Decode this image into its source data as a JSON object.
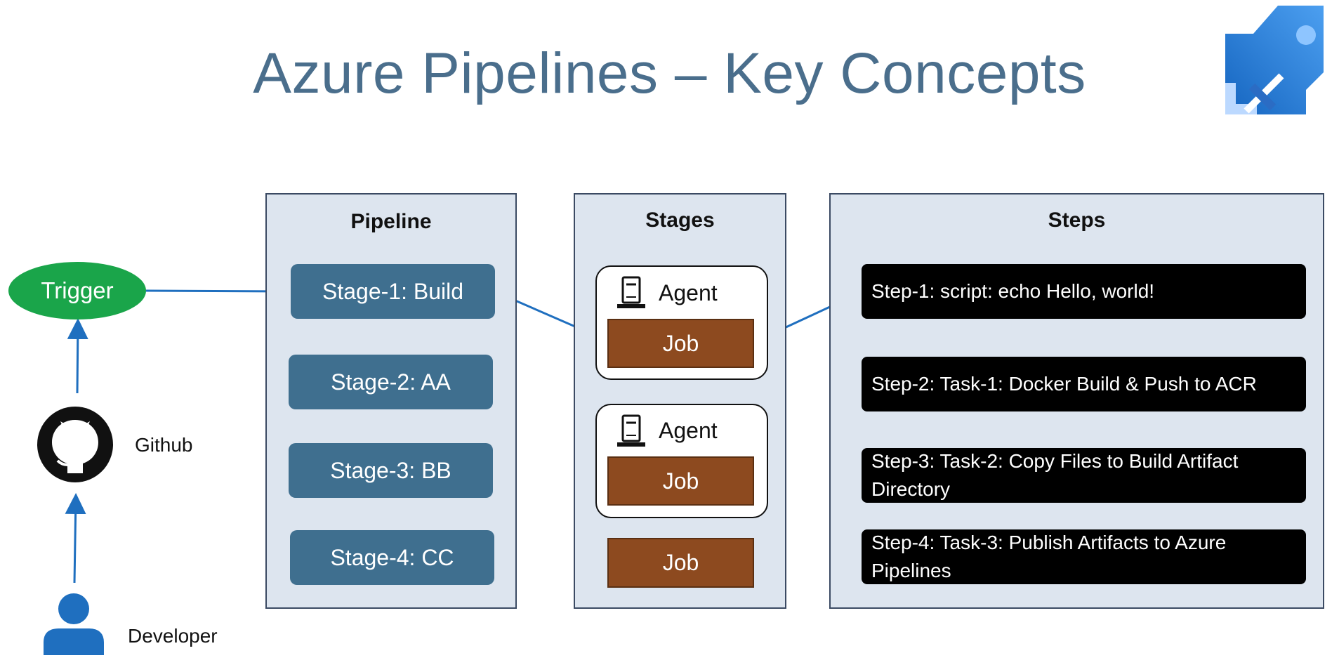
{
  "title": "Azure Pipelines – Key Concepts",
  "logo": {
    "icon": "azure-pipelines-logo"
  },
  "left": {
    "trigger": "Trigger",
    "github": "Github",
    "developer": "Developer"
  },
  "pipeline": {
    "title": "Pipeline",
    "stages": [
      "Stage-1: Build",
      "Stage-2: AA",
      "Stage-3: BB",
      "Stage-4: CC"
    ]
  },
  "stages_panel": {
    "title": "Stages",
    "agent_label": "Agent",
    "job_label": "Job"
  },
  "steps_panel": {
    "title": "Steps",
    "steps": [
      "Step-1: script: echo Hello, world!",
      "Step-2: Task-1:  Docker Build & Push to ACR",
      "Step-3: Task-2: Copy Files to Build Artifact Directory",
      "Step-4: Task-3: Publish Artifacts to Azure Pipelines"
    ]
  },
  "colors": {
    "title": "#4a6e8c",
    "panel_bg": "#dde5ef",
    "stage_bg": "#3f6f8f",
    "job_bg": "#8d4a1f",
    "trigger_bg": "#1aa54a",
    "arrow": "#1f6fbf",
    "step_bg": "#000000"
  }
}
